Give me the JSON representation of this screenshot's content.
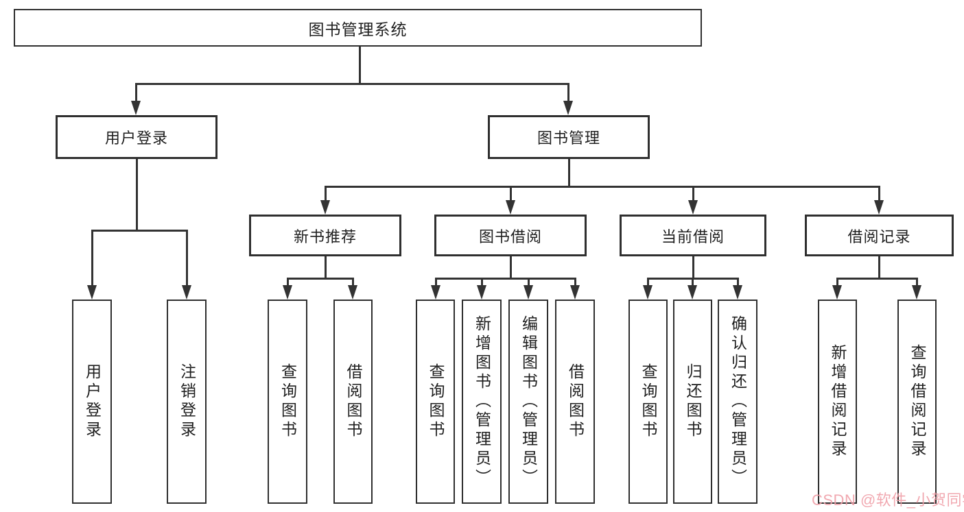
{
  "tree": {
    "label": "图书管理系统",
    "children": [
      {
        "label": "用户登录",
        "children": [
          {
            "label": "用户登录"
          },
          {
            "label": "注销登录"
          }
        ]
      },
      {
        "label": "图书管理",
        "children": [
          {
            "label": "新书推荐",
            "children": [
              {
                "label": "查询图书"
              },
              {
                "label": "借阅图书"
              }
            ]
          },
          {
            "label": "图书借阅",
            "children": [
              {
                "label": "查询图书"
              },
              {
                "label": "新增图书（管理员）"
              },
              {
                "label": "编辑图书（管理员）"
              },
              {
                "label": "借阅图书"
              }
            ]
          },
          {
            "label": "当前借阅",
            "children": [
              {
                "label": "查询图书"
              },
              {
                "label": "归还图书"
              },
              {
                "label": "确认归还（管理员）"
              }
            ]
          },
          {
            "label": "借阅记录",
            "children": [
              {
                "label": "新增借阅记录"
              },
              {
                "label": "查询借阅记录"
              }
            ]
          }
        ]
      }
    ]
  },
  "watermark": {
    "text": "CSDN @软件_小贺同学",
    "color": "#f09fa8"
  },
  "colors": {
    "line": "#333333",
    "border": "#2f2f2f",
    "text": "#1f1f1f",
    "background": "#ffffff"
  }
}
